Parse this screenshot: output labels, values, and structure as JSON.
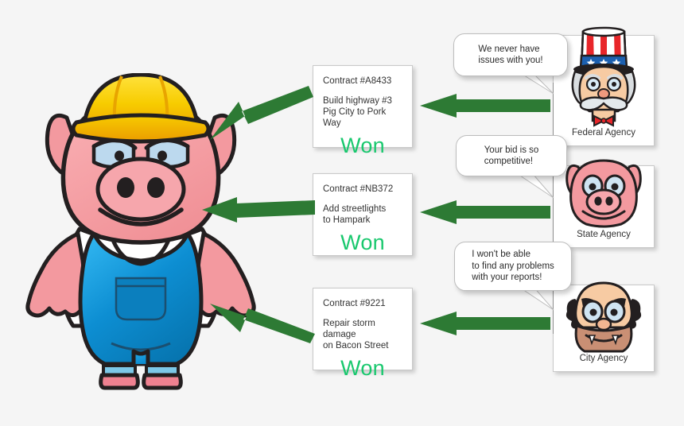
{
  "background_color": "#f5f5f5",
  "accent_colors": {
    "arrow_green": "#2d7a34",
    "won_green": "#19c86e",
    "card_border": "#c9c9c9",
    "bubble_border": "#bdbdbd",
    "connector_line": "#8e8e8e",
    "pig_pink": "#f59a9e",
    "pig_pink_dark": "#e8878b",
    "helmet_yellow": "#f6d000",
    "helmet_yellow_dark": "#f2a900",
    "overalls_blue": "#0a83c8",
    "overalls_blue_light": "#29a8e8",
    "shirt_white": "#ffffff",
    "hoof_pink": "#ef8190",
    "skin_tan": "#f5c9a4",
    "beard_tan": "#c98f74",
    "flag_red": "#e8262a",
    "flag_blue": "#1c60b0"
  },
  "mascot": {
    "name": "pig-contractor",
    "helmet": "hard-hat",
    "outfit": "blue-overalls"
  },
  "contracts": [
    {
      "id_label": "Contract #A8433",
      "description": "Build highway #3\nPig City to Pork Way",
      "status": "Won"
    },
    {
      "id_label": "Contract #NB372",
      "description": "Add streetlights\nto Hampark",
      "status": "Won"
    },
    {
      "id_label": "Contract #9221",
      "description": "Repair storm damage\non Bacon Street",
      "status": "Won"
    }
  ],
  "agencies": [
    {
      "label": "Federal Agency",
      "avatar": "uncle-sam-avatar",
      "quote": "We never have\nissues with you!"
    },
    {
      "label": "State Agency",
      "avatar": "pig-head-avatar",
      "quote": "Your bid is so\ncompetitive!"
    },
    {
      "label": "City Agency",
      "avatar": "bearded-man-avatar",
      "quote": "I won't be able\nto find any problems\nwith your reports!"
    }
  ],
  "arrows": {
    "to_mascot_label": "arrow-to-contractor",
    "to_contract_label": "arrow-to-contract",
    "direction": "left"
  }
}
